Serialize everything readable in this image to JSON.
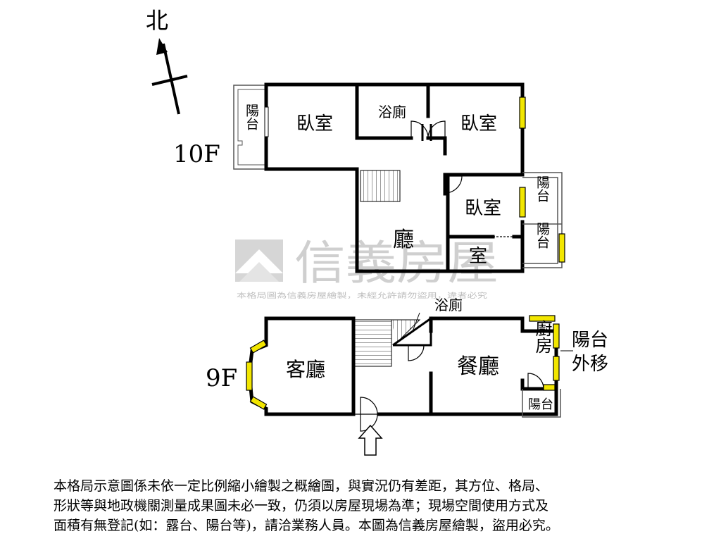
{
  "compass": {
    "label": "北"
  },
  "floors": {
    "upper": {
      "label": "10F",
      "rooms": {
        "balcony_west": "陽台",
        "bedroom_nw": "臥室",
        "bathroom": "浴廁",
        "bedroom_ne": "臥室",
        "bedroom_e": "臥室",
        "balcony_e1": "陽台",
        "balcony_e2": "陽台",
        "hall": "廳",
        "room_small": "室"
      }
    },
    "lower": {
      "label": "9F",
      "rooms": {
        "living": "客廳",
        "bathroom": "浴廁",
        "dining": "餐廳",
        "kitchen": "廚房",
        "balcony": "陽台",
        "balcony_note": "陽台外移"
      }
    }
  },
  "watermark": {
    "brand": "信義房屋",
    "note": "本格局圖為信義房屋繪製，未經允許請勿盜用，違者必究"
  },
  "disclaimer": {
    "lines": [
      "本格局示意圖係未依一定比例縮小繪製之概繪圖，與實況仍有差距，其方位、格局、",
      "形狀等與地政機關測量成果圖未必一致，仍須以房屋現場為準；現場空間使用方式及",
      "面積有無登記(如：露台、陽台等)，請洽業務人員。本圖為信義房屋繪製，盜用必究。"
    ]
  },
  "colors": {
    "wall": "#000000",
    "window": "#f2e600",
    "watermark": "#cfcfcf"
  }
}
